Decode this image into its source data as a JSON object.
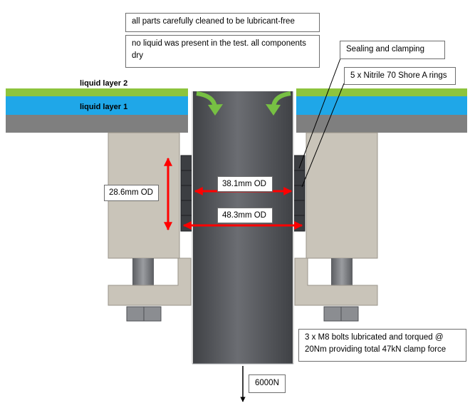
{
  "notes": {
    "cleaned": "all parts carefully cleaned to be lubricant-free",
    "dry": "no liquid was present in the test. all components dry",
    "sealing": "Sealing and clamping",
    "rings": "5 x Nitrile 70 Shore A rings",
    "bolts": "3 x M8 bolts lubricated and torqued @ 20Nm providing total 47kN clamp force"
  },
  "layers": {
    "layer2": "liquid layer 2",
    "layer1": "liquid layer 1"
  },
  "dimensions": {
    "ring_height": "28.6mm OD",
    "tube_od": "38.1mm OD",
    "ring_od": "48.3mm OD"
  },
  "load": {
    "force": "6000N"
  },
  "colors": {
    "liquid_layer_2": "#8dc43d",
    "liquid_layer_1": "#1fa7e8",
    "base_plate": "#7f7f7f",
    "clamp_block": "#c9c4b9",
    "tube": "#5a5c60",
    "ring": "#3c3e42",
    "dimension_arrow": "#ff0000",
    "flow_arrow": "#77c043"
  }
}
